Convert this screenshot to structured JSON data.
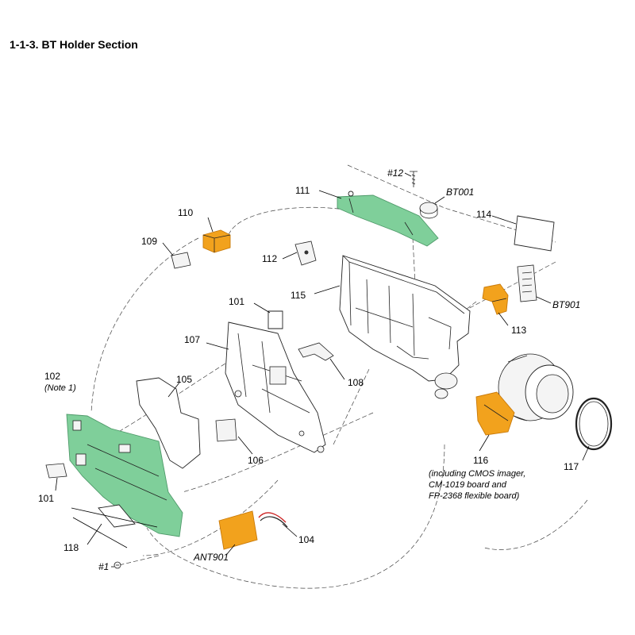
{
  "title": "1-1-3. BT Holder Section",
  "colors": {
    "board": "#7fcf9a",
    "board_dark": "#4f9a6a",
    "orange": "#f2a21d",
    "orange_dark": "#c97a0a"
  },
  "labels": {
    "l111": "111",
    "l12": "#12",
    "lbt001": "BT001",
    "l114": "114",
    "l110": "110",
    "l109": "109",
    "l112": "112",
    "l115": "115",
    "lbt901": "BT901",
    "l101a": "101",
    "l113": "113",
    "l107": "107",
    "l102": "102",
    "lnote1": "(Note 1)",
    "l105": "105",
    "l108": "108",
    "l116": "116",
    "l116a": "(including CMOS imager,",
    "l116b": "CM-1019 board and",
    "l116c": "FP-2368 flexible board)",
    "l117": "117",
    "l106": "106",
    "l101b": "101",
    "l104": "104",
    "l118": "118",
    "lant901": "ANT901",
    "l1": "#1"
  }
}
